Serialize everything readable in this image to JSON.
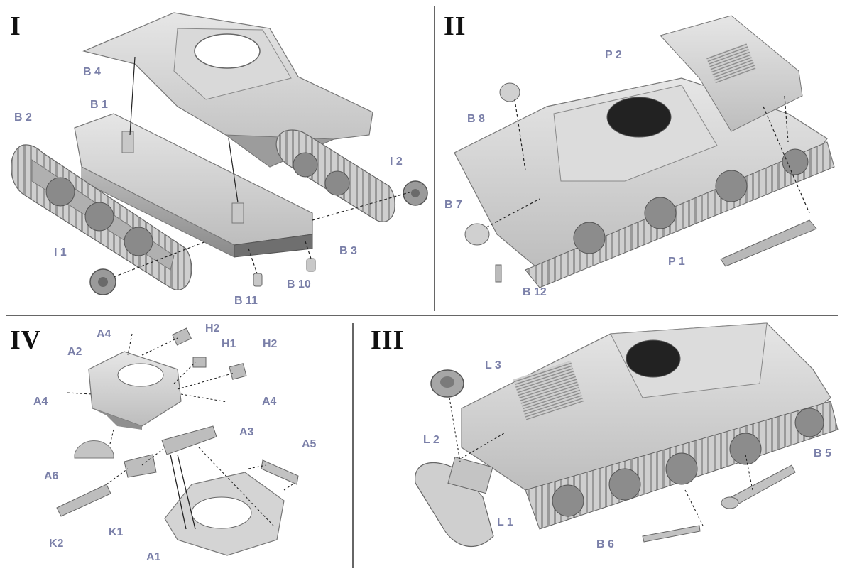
{
  "steps": [
    {
      "id": "I",
      "numeral": "I",
      "parts": [
        "B 4",
        "B 1",
        "B 2",
        "I 2",
        "B 3",
        "I 1",
        "B 10",
        "B 11"
      ]
    },
    {
      "id": "II",
      "numeral": "II",
      "parts": [
        "P 2",
        "B 8",
        "B 7",
        "P 1",
        "B 12"
      ]
    },
    {
      "id": "IV",
      "numeral": "IV",
      "parts": [
        "A4",
        "H2",
        "H1",
        "H2",
        "A2",
        "A4",
        "A4",
        "A3",
        "A5",
        "A6",
        "K1",
        "K2",
        "A1"
      ]
    },
    {
      "id": "III",
      "numeral": "III",
      "parts": [
        "L 3",
        "L 2",
        "B 5",
        "L 1",
        "B 6"
      ]
    }
  ],
  "colors": {
    "label": "#7a7fa8",
    "numeral": "#111111",
    "divider": "#333333",
    "hull_light": "#d6d6d6",
    "hull_mid": "#b9b9b9",
    "hull_dark": "#7d7d7d",
    "track": "#8e8e8e"
  },
  "icons": {
    "tank": "tank-hull-icon",
    "turret": "turret-icon",
    "track": "track-icon",
    "wheel": "wheel-icon"
  }
}
